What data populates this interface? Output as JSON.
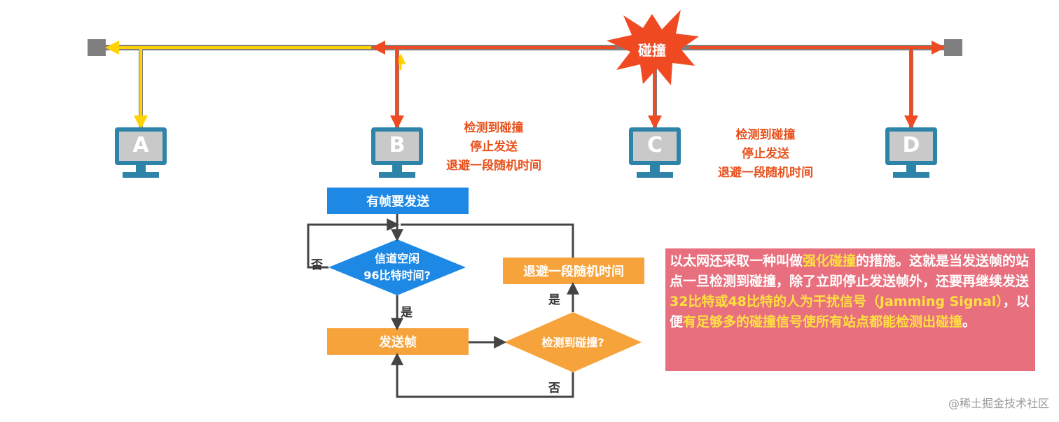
{
  "bus": {
    "collision_label": "碰撞"
  },
  "stations": [
    {
      "label": "A"
    },
    {
      "label": "B"
    },
    {
      "label": "C"
    },
    {
      "label": "D"
    }
  ],
  "notes": {
    "b": [
      "检测到碰撞",
      "停止发送",
      "退避一段随机时间"
    ],
    "c": [
      "检测到碰撞",
      "停止发送",
      "退避一段随机时间"
    ]
  },
  "flowchart": {
    "start": "有帧要发送",
    "check_idle": [
      "信道空闲",
      "96比特时间?"
    ],
    "send": "发送帧",
    "check_collision": "检测到碰撞?",
    "backoff": "退避一段随机时间",
    "no_1": "否",
    "yes_1": "是",
    "yes_2": "是",
    "no_2": "否"
  },
  "info": {
    "segments": [
      {
        "text": "以太网还采取一种叫做",
        "hl": false
      },
      {
        "text": "强化碰撞",
        "hl": true
      },
      {
        "text": "的措施。这就是当发送帧的站点一旦检测到碰撞，除了立即停止发送帧外，还要再继续发送",
        "hl": false
      },
      {
        "text": "32比特或48比特的人为干扰信号（Jamming Signal）",
        "hl": true
      },
      {
        "text": "，以便",
        "hl": false
      },
      {
        "text": "有足够多的碰撞信号使所有站点都能检测出碰撞",
        "hl": true
      },
      {
        "text": "。",
        "hl": false
      }
    ]
  },
  "watermark": "@稀土掘金技术社区",
  "colors": {
    "bus": "#7f7f7f",
    "yellow_signal": "#ffd200",
    "red_signal": "#f04a23",
    "pc": "#2e84a8",
    "flow_blue": "#1e88e5",
    "flow_orange": "#f7a33b",
    "info_bg": "#e8707e"
  }
}
